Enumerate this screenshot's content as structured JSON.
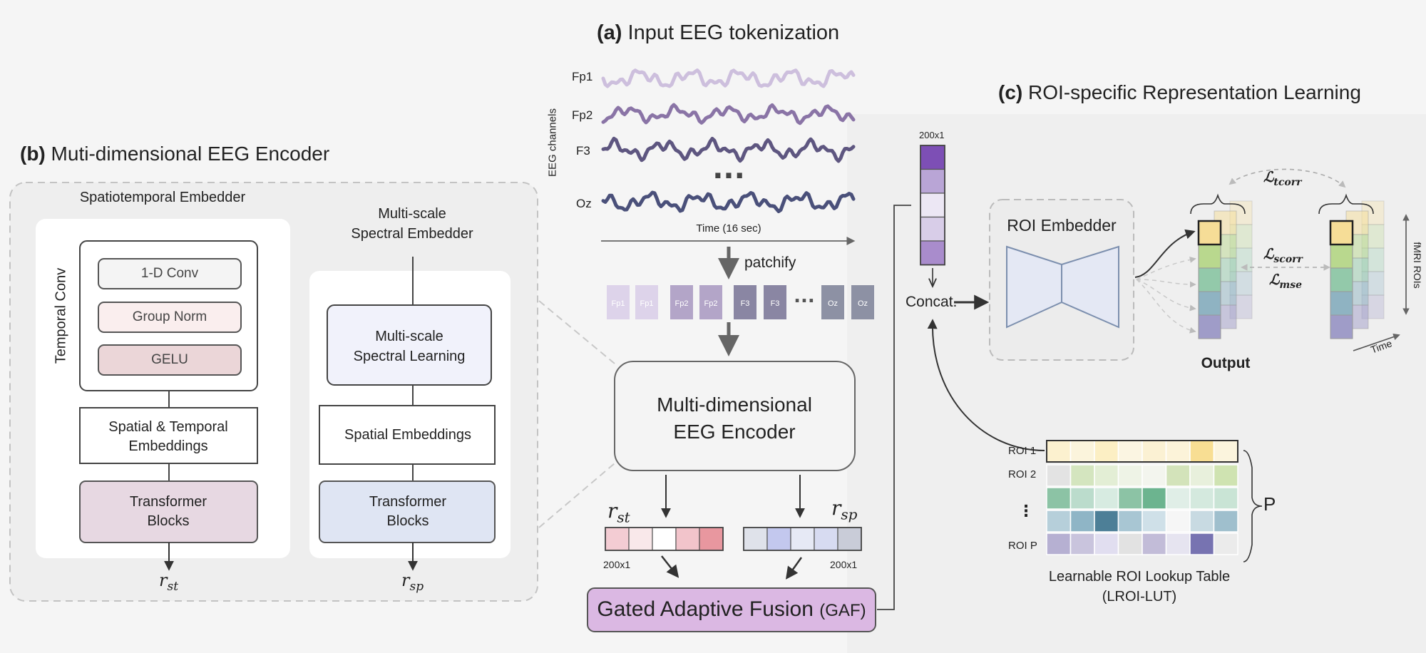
{
  "panels": {
    "a": {
      "letter": "(a)",
      "title": "Input EEG tokenization"
    },
    "b": {
      "letter": "(b)",
      "title": "Muti-dimensional EEG Encoder"
    },
    "c": {
      "letter": "(c)",
      "title": "ROI-specific Representation Learning"
    }
  },
  "eeg": {
    "channels": [
      "Fp1",
      "Fp2",
      "F3",
      "Oz"
    ],
    "wave_colors": [
      "#cdbfdd",
      "#8a74a6",
      "#5e5680",
      "#4a507a"
    ],
    "ylabel": "EEG channels",
    "ellipsis": "...",
    "time_label": "Time (16 sec)",
    "patchify": "patchify",
    "tokens": [
      "Fp1",
      "Fp1",
      "Fp2",
      "Fp2",
      "F3",
      "F3",
      "Oz",
      "Oz"
    ],
    "token_colors": [
      "#ddd3ea",
      "#ddd3ea",
      "#b3a5c8",
      "#b3a5c8",
      "#8a86a3",
      "#8a86a3",
      "#8d91a4",
      "#8d91a4"
    ],
    "token_ellipsis": "..."
  },
  "encoder": {
    "title_line1": "Multi-dimensional",
    "title_line2": "EEG Encoder"
  },
  "outputs": {
    "r_st": {
      "label": "r",
      "sub": "st",
      "size": "200x1",
      "colors": [
        "#f3ccd3",
        "#f9e8ea",
        "#ffffff",
        "#f2c4cb",
        "#e8979f"
      ]
    },
    "r_sp": {
      "label": "r",
      "sub": "sp",
      "size": "200x1",
      "colors": [
        "#dfe2ea",
        "#c3c8ee",
        "#e6e9f5",
        "#d7dbf1",
        "#c9ccd8"
      ]
    }
  },
  "gaf": {
    "label": "Gated Adaptive Fusion",
    "abbr": "(GAF)"
  },
  "st_embedder": {
    "title": "Spatiotemporal Embedder",
    "temporal_conv": "Temporal Conv",
    "conv": "1-D Conv",
    "norm": "Group Norm",
    "gelu": "GELU",
    "embeddings_line1": "Spatial & Temporal",
    "embeddings_line2": "Embeddings",
    "transformer_line1": "Transformer",
    "transformer_line2": "Blocks",
    "output": {
      "label": "r",
      "sub": "st"
    }
  },
  "sp_embedder": {
    "title_line1": "Multi-scale",
    "title_line2": "Spectral Embedder",
    "learning_line1": "Multi-scale",
    "learning_line2": "Spectral Learning",
    "embeddings": "Spatial Embeddings",
    "transformer_line1": "Transformer",
    "transformer_line2": "Blocks",
    "output": {
      "label": "r",
      "sub": "sp"
    }
  },
  "roi": {
    "vector_size": "200x1",
    "vector_colors": [
      "#7d4fb5",
      "#b9a5d6",
      "#ece7f4",
      "#d8cde8",
      "#a98ccc"
    ],
    "concat": "Concat.",
    "embedder": "ROI Embedder",
    "output_label": "Output",
    "loss_tcorr": {
      "sym": "ℒ",
      "sub": "tcorr"
    },
    "loss_scorr": {
      "sym": "ℒ",
      "sub": "scorr"
    },
    "loss_mse": {
      "sym": "ℒ",
      "sub": "mse"
    },
    "fmri_label": "fMRI ROIs",
    "time_label": "Time",
    "output_colors": [
      "#f6dd97",
      "#b9d88e",
      "#93c9aa",
      "#8fb3c2",
      "#9f9cc8"
    ]
  },
  "lut": {
    "row_labels": [
      "ROI 1",
      "ROI 2",
      "⋮",
      "ROI P"
    ],
    "P": "P",
    "caption_line1": "Learnable ROI Lookup Table",
    "caption_line2": "(LROI-LUT)",
    "grid": [
      [
        "#fcf1cf",
        "#fbf4dc",
        "#fcefc4",
        "#fbf5e2",
        "#fbf1d3",
        "#fcf3d9",
        "#f8de93",
        "#fbf4dd"
      ],
      [
        "#e3e3e3",
        "#d4e5bf",
        "#e3eed5",
        "#eef3e6",
        "#f3f5ee",
        "#d3e3ba",
        "#e8f0dc",
        "#cfe3b1"
      ],
      [
        "#8cc3a5",
        "#bbdccc",
        "#d7ebe1",
        "#8cc3a5",
        "#6cb48f",
        "#e0eee7",
        "#d4e9de",
        "#c9e4d5"
      ],
      [
        "#b6cfda",
        "#8fb5c6",
        "#4d7f97",
        "#a8c6d3",
        "#cfe0e8",
        "#f6f6f6",
        "#c8dae2",
        "#9fbfcd"
      ],
      [
        "#b6b0d2",
        "#c9c4dd",
        "#e1def0",
        "#e2e2e2",
        "#c2bcd8",
        "#e6e4f0",
        "#7773b1",
        "#ebebeb"
      ]
    ]
  }
}
